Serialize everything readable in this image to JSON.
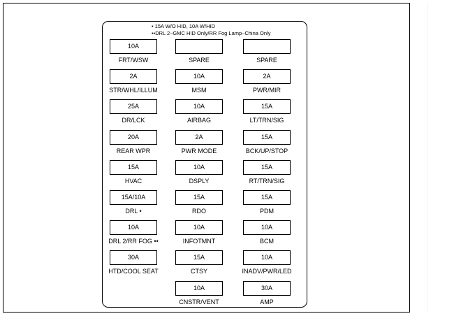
{
  "notes": [
    "• 15A W/O HID, 10A W/HID",
    "••DRL 2–GMC HID Only/RR Fog Lamp–China Only"
  ],
  "fuses": [
    {
      "rating": "10A",
      "label": "FRT/WSW"
    },
    {
      "rating": "",
      "label": "SPARE"
    },
    {
      "rating": "",
      "label": "SPARE"
    },
    {
      "rating": "2A",
      "label": "STR/WHL/ILLUM"
    },
    {
      "rating": "10A",
      "label": "MSM"
    },
    {
      "rating": "2A",
      "label": "PWR/MIR"
    },
    {
      "rating": "25A",
      "label": "DR/LCK"
    },
    {
      "rating": "10A",
      "label": "AIRBAG"
    },
    {
      "rating": "15A",
      "label": "LT/TRN/SIG"
    },
    {
      "rating": "20A",
      "label": "REAR WPR"
    },
    {
      "rating": "2A",
      "label": "PWR MODE"
    },
    {
      "rating": "15A",
      "label": "BCK/UP/STOP"
    },
    {
      "rating": "15A",
      "label": "HVAC"
    },
    {
      "rating": "10A",
      "label": "DSPLY"
    },
    {
      "rating": "15A",
      "label": "RT/TRN/SIG"
    },
    {
      "rating": "15A/10A",
      "label": "DRL •"
    },
    {
      "rating": "15A",
      "label": "RDO"
    },
    {
      "rating": "15A",
      "label": "PDM"
    },
    {
      "rating": "10A",
      "label": "DRL 2/RR FOG ••"
    },
    {
      "rating": "10A",
      "label": "INFOTMNT"
    },
    {
      "rating": "10A",
      "label": "BCM"
    },
    {
      "rating": "30A",
      "label": "HTD/COOL SEAT"
    },
    {
      "rating": "15A",
      "label": "CTSY"
    },
    {
      "rating": "10A",
      "label": "INADV/PWR/LED"
    },
    {
      "rating": "10A",
      "label": "CNSTR/VENT"
    },
    {
      "rating": "30A",
      "label": "AMP"
    }
  ]
}
